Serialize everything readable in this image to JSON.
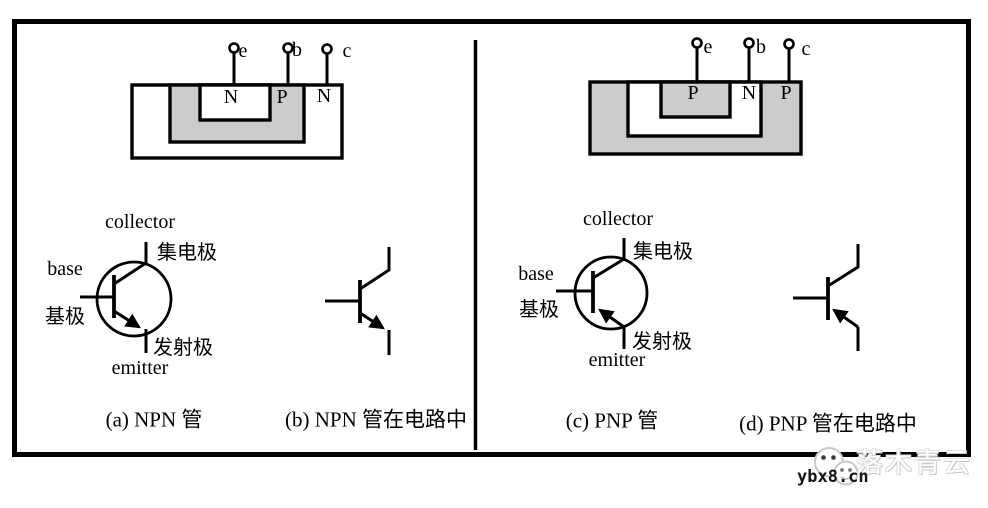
{
  "colors": {
    "line": "#000000",
    "p_region_gray": "#cccccc",
    "background": "#ffffff",
    "watermark_outline": "#c9c9c9",
    "watermark_site_text": "#151515"
  },
  "npn": {
    "structure": {
      "terminals": {
        "e": "e",
        "b": "b",
        "c": "c"
      },
      "regions": {
        "emitter": "N",
        "base": "P",
        "collector": "N"
      }
    },
    "symbol": {
      "collector_en": "collector",
      "collector_zh": "集电极",
      "base_en": "base",
      "base_zh": "基极",
      "emitter_zh": "发射极",
      "emitter_en": "emitter"
    },
    "captions": {
      "symbol": "(a) NPN 管",
      "circuit": "(b) NPN 管在电路中"
    }
  },
  "pnp": {
    "structure": {
      "terminals": {
        "e": "e",
        "b": "b",
        "c": "c"
      },
      "regions": {
        "emitter": "P",
        "base": "N",
        "collector": "P"
      }
    },
    "symbol": {
      "collector_en": "collector",
      "collector_zh": "集电极",
      "base_en": "base",
      "base_zh": "基极",
      "emitter_zh": "发射极",
      "emitter_en": "emitter"
    },
    "captions": {
      "symbol": "(c) PNP 管",
      "circuit": "(d) PNP 管在电路中"
    }
  },
  "watermark": {
    "brand": "落木青云",
    "site": "ybx8.cn"
  }
}
